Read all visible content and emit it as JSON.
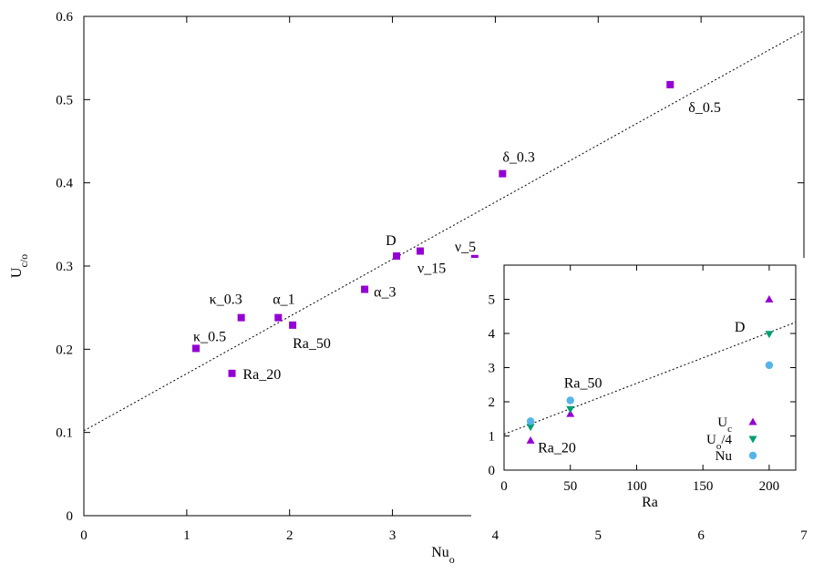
{
  "chart_data": [
    {
      "type": "scatter",
      "xlabel": "Nu",
      "xlabel_sub": "o",
      "ylabel": "U",
      "ylabel_sub": "c/o",
      "xlim": [
        0,
        7
      ],
      "ylim": [
        0,
        0.6
      ],
      "x_ticks": [
        "0",
        "1",
        "2",
        "3",
        "4",
        "5",
        "6",
        "7"
      ],
      "y_ticks": [
        "0",
        "0.1",
        "0.2",
        "0.3",
        "0.4",
        "0.5",
        "0.6"
      ],
      "marker": "square",
      "marker_color": "#9400d3",
      "fit_line": {
        "style": "dotted",
        "intercept": 0.102,
        "slope": 0.0687
      },
      "points": [
        {
          "x": 1.09,
          "y": 0.201,
          "label": "κ_0.5"
        },
        {
          "x": 1.44,
          "y": 0.171,
          "label": "Ra_20"
        },
        {
          "x": 1.53,
          "y": 0.238,
          "label": "κ_0.3"
        },
        {
          "x": 1.89,
          "y": 0.238,
          "label": "α_1"
        },
        {
          "x": 2.03,
          "y": 0.229,
          "label": "Ra_50"
        },
        {
          "x": 2.73,
          "y": 0.272,
          "label": "α_3"
        },
        {
          "x": 3.04,
          "y": 0.312,
          "label": "D"
        },
        {
          "x": 3.27,
          "y": 0.318,
          "label": "ν_15"
        },
        {
          "x": 3.8,
          "y": 0.309,
          "label": "ν_5"
        },
        {
          "x": 4.07,
          "y": 0.411,
          "label": "δ_0.3"
        },
        {
          "x": 5.7,
          "y": 0.518,
          "label": "δ_0.5"
        }
      ]
    },
    {
      "type": "scatter",
      "xlabel": "Ra",
      "xlim": [
        0,
        220
      ],
      "ylim": [
        0,
        6
      ],
      "x_ticks": [
        "0",
        "50",
        "100",
        "150",
        "200"
      ],
      "y_ticks": [
        "0",
        "1",
        "2",
        "3",
        "4",
        "5"
      ],
      "x": [
        20,
        50,
        200
      ],
      "fit_line": {
        "style": "dotted",
        "intercept": 1.05,
        "slope": 0.0149
      },
      "series": [
        {
          "name": "U",
          "name_sub": "c",
          "marker": "triangle-up",
          "color": "#9400d3",
          "values": [
            0.87,
            1.65,
            5.0
          ]
        },
        {
          "name": "U",
          "name_sub": "o",
          "name_suffix": "/4",
          "marker": "triangle-down",
          "color": "#009e73",
          "values": [
            1.26,
            1.78,
            3.98
          ]
        },
        {
          "name": "Nu",
          "marker": "circle",
          "color": "#56b4e9",
          "values": [
            1.43,
            2.04,
            3.07
          ]
        }
      ],
      "annotations": [
        {
          "text": "Ra_20",
          "x": 20
        },
        {
          "text": "Ra_50",
          "x": 50
        },
        {
          "text": "D",
          "x": 200
        }
      ]
    }
  ]
}
